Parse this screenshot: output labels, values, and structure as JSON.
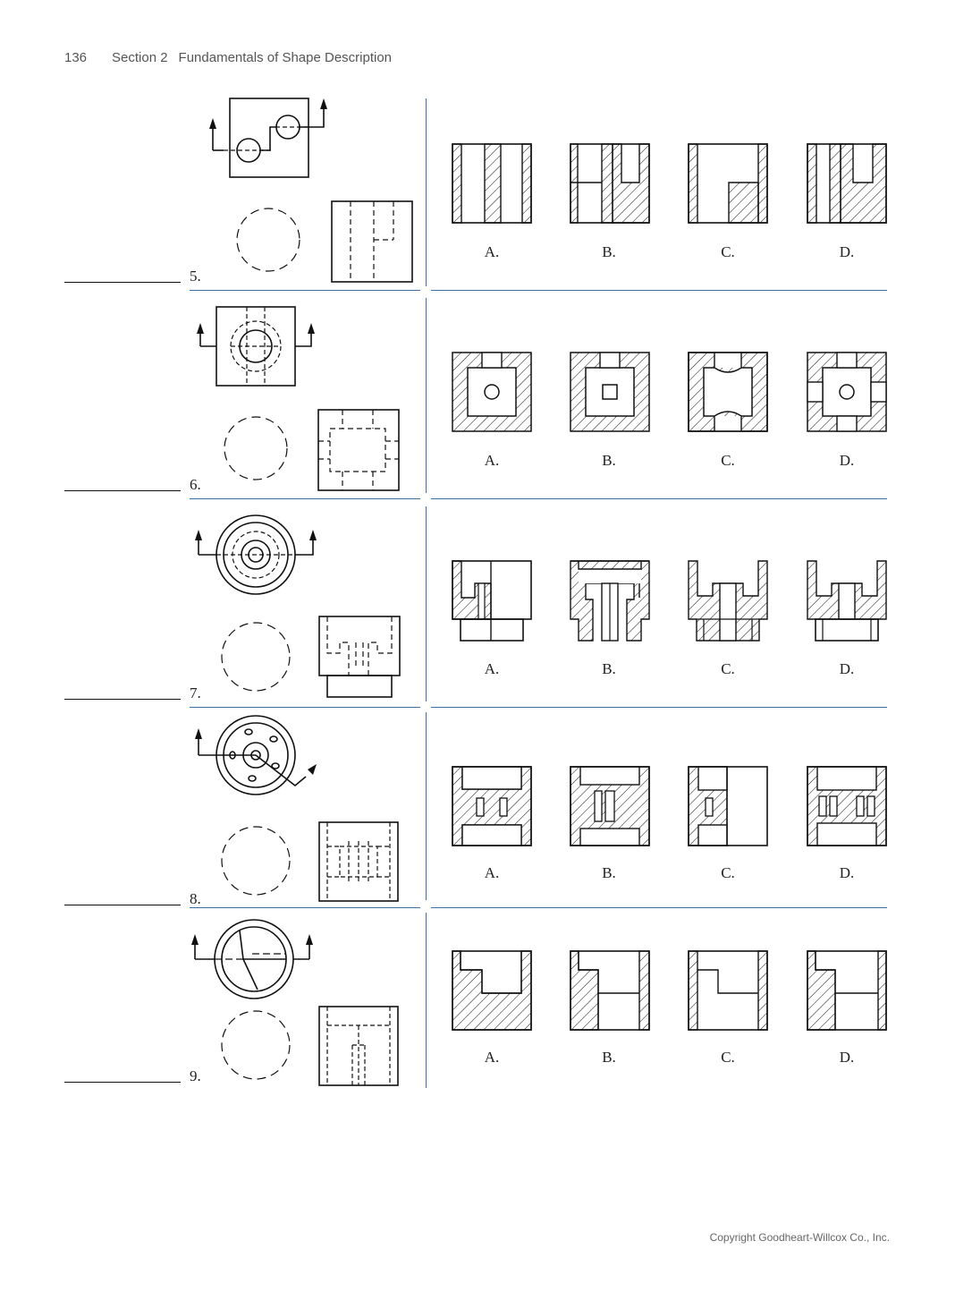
{
  "header": {
    "page_number": "136",
    "section": "Section 2",
    "title": "Fundamentals of Shape Description"
  },
  "footer": {
    "copyright": "Copyright Goodheart-Willcox Co., Inc."
  },
  "problems": [
    {
      "number": "5.",
      "choices": [
        "A.",
        "B.",
        "C.",
        "D."
      ]
    },
    {
      "number": "6.",
      "choices": [
        "A.",
        "B.",
        "C.",
        "D."
      ]
    },
    {
      "number": "7.",
      "choices": [
        "A.",
        "B.",
        "C.",
        "D."
      ]
    },
    {
      "number": "8.",
      "choices": [
        "A.",
        "B.",
        "C.",
        "D."
      ]
    },
    {
      "number": "9.",
      "choices": [
        "A.",
        "B.",
        "C.",
        "D."
      ]
    }
  ],
  "colors": {
    "rule": "#3a6ea5",
    "ink": "#111111"
  }
}
